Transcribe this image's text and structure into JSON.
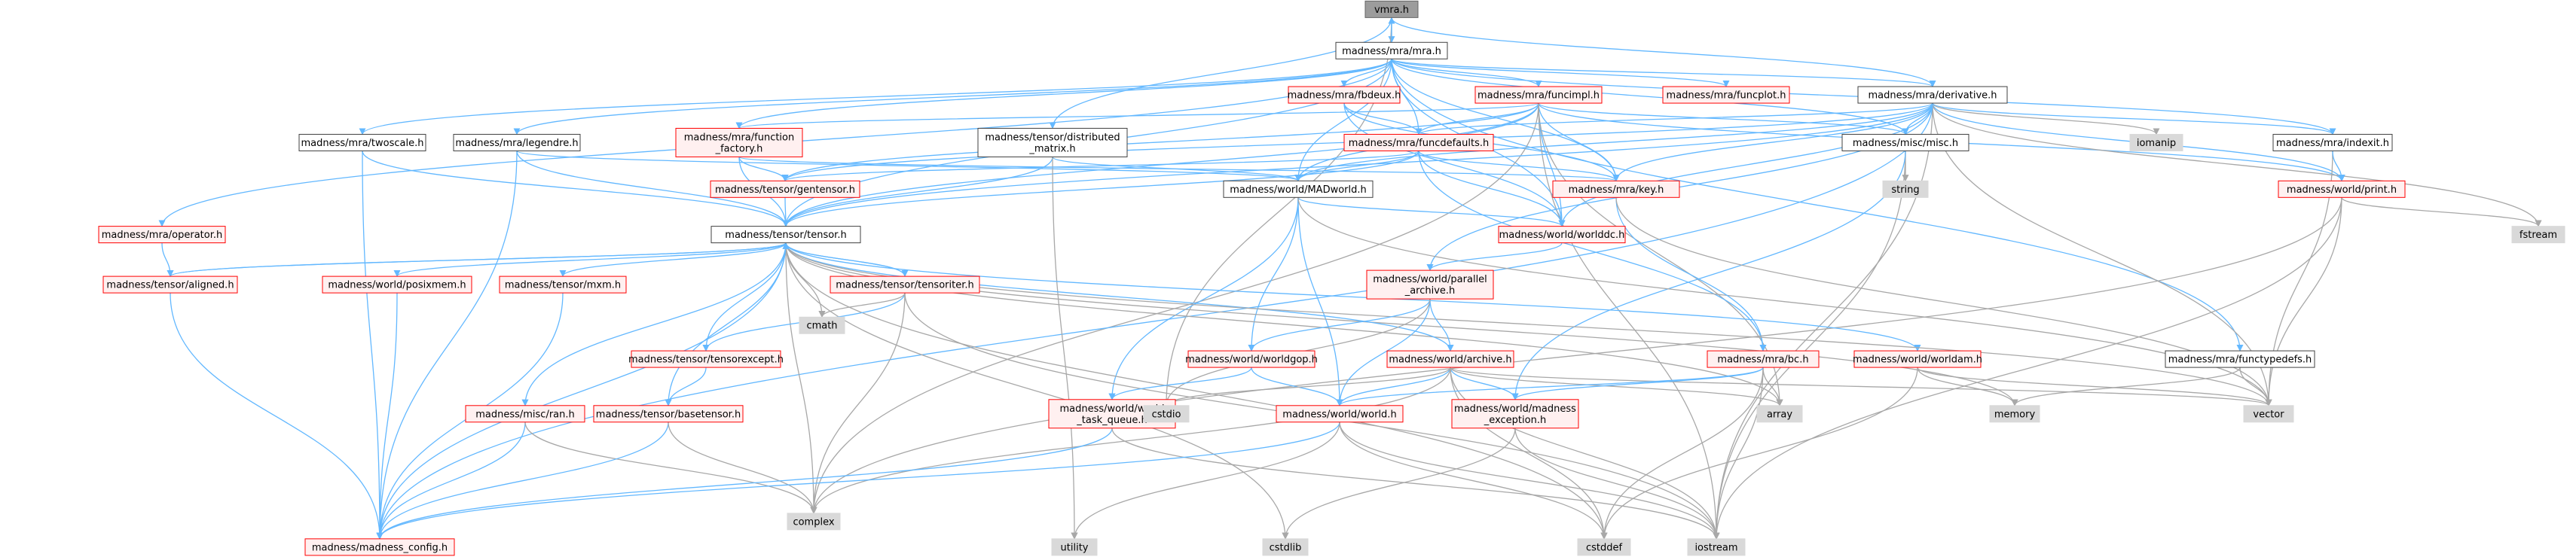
{
  "graph": {
    "title": "",
    "colors": {
      "edge_blue": "#63b8ff",
      "edge_gray": "#a8a8a8",
      "node_red_border": "#ff0000",
      "node_black_border": "#404040",
      "node_gray_fill": "#d9d9d9",
      "node_highlight_fill": "#9c9c9c",
      "node_white_fill": "#ffffff",
      "node_red_fill": "#fff0f0"
    },
    "nodes": [
      {
        "id": "vmra",
        "label": "vmra.h",
        "style": "highlight"
      },
      {
        "id": "mra",
        "label": "madness/mra/mra.h",
        "style": "black"
      },
      {
        "id": "fbdeux",
        "label": "madness/mra/fbdeux.h",
        "style": "red"
      },
      {
        "id": "funcimpl",
        "label": "madness/mra/funcimpl.h",
        "style": "red"
      },
      {
        "id": "funcplot",
        "label": "madness/mra/funcplot.h",
        "style": "red"
      },
      {
        "id": "derivative",
        "label": "madness/mra/derivative.h",
        "style": "black"
      },
      {
        "id": "twoscale",
        "label": "madness/mra/twoscale.h",
        "style": "black"
      },
      {
        "id": "legendre",
        "label": "madness/mra/legendre.h",
        "style": "black"
      },
      {
        "id": "function_factory",
        "label": "madness/mra/function\n_factory.h",
        "style": "red"
      },
      {
        "id": "distmatrix",
        "label": "madness/tensor/distributed\n_matrix.h",
        "style": "black"
      },
      {
        "id": "funcdefaults",
        "label": "madness/mra/funcdefaults.h",
        "style": "red"
      },
      {
        "id": "misc",
        "label": "madness/misc/misc.h",
        "style": "black"
      },
      {
        "id": "iomanip",
        "label": "iomanip",
        "style": "gray"
      },
      {
        "id": "indexit",
        "label": "madness/mra/indexit.h",
        "style": "black"
      },
      {
        "id": "gentensor",
        "label": "madness/tensor/gentensor.h",
        "style": "red"
      },
      {
        "id": "madworld",
        "label": "madness/world/MADworld.h",
        "style": "black"
      },
      {
        "id": "key",
        "label": "madness/mra/key.h",
        "style": "red"
      },
      {
        "id": "string",
        "label": "string",
        "style": "gray"
      },
      {
        "id": "print",
        "label": "madness/world/print.h",
        "style": "red"
      },
      {
        "id": "operator",
        "label": "madness/mra/operator.h",
        "style": "red"
      },
      {
        "id": "tensor",
        "label": "madness/tensor/tensor.h",
        "style": "black"
      },
      {
        "id": "worlddc",
        "label": "madness/world/worlddc.h",
        "style": "red"
      },
      {
        "id": "fstream",
        "label": "fstream",
        "style": "gray"
      },
      {
        "id": "aligned",
        "label": "madness/tensor/aligned.h",
        "style": "red"
      },
      {
        "id": "posixmem",
        "label": "madness/world/posixmem.h",
        "style": "red"
      },
      {
        "id": "mxm",
        "label": "madness/tensor/mxm.h",
        "style": "red"
      },
      {
        "id": "tensoriter",
        "label": "madness/tensor/tensoriter.h",
        "style": "red"
      },
      {
        "id": "parallel_archive",
        "label": "madness/world/parallel\n_archive.h",
        "style": "red"
      },
      {
        "id": "cmath",
        "label": "cmath",
        "style": "gray"
      },
      {
        "id": "tensorexcept",
        "label": "madness/tensor/tensorexcept.h",
        "style": "red"
      },
      {
        "id": "worldgop",
        "label": "madness/world/worldgop.h",
        "style": "red"
      },
      {
        "id": "archive",
        "label": "madness/world/archive.h",
        "style": "red"
      },
      {
        "id": "bc",
        "label": "madness/mra/bc.h",
        "style": "red"
      },
      {
        "id": "worldam",
        "label": "madness/world/worldam.h",
        "style": "red"
      },
      {
        "id": "functypedefs",
        "label": "madness/mra/functypedefs.h",
        "style": "black"
      },
      {
        "id": "ran",
        "label": "madness/misc/ran.h",
        "style": "red"
      },
      {
        "id": "basetensor",
        "label": "madness/tensor/basetensor.h",
        "style": "red"
      },
      {
        "id": "task_queue",
        "label": "madness/world/world\n_task_queue.h",
        "style": "red"
      },
      {
        "id": "cstdio",
        "label": "cstdio",
        "style": "gray"
      },
      {
        "id": "world",
        "label": "madness/world/world.h",
        "style": "red"
      },
      {
        "id": "madexcept",
        "label": "madness/world/madness\n_exception.h",
        "style": "red"
      },
      {
        "id": "array",
        "label": "array",
        "style": "gray"
      },
      {
        "id": "memory",
        "label": "memory",
        "style": "gray"
      },
      {
        "id": "vector",
        "label": "vector",
        "style": "gray"
      },
      {
        "id": "config",
        "label": "madness/madness_config.h",
        "style": "red"
      },
      {
        "id": "complex",
        "label": "complex",
        "style": "gray"
      },
      {
        "id": "utility",
        "label": "utility",
        "style": "gray"
      },
      {
        "id": "cstdlib",
        "label": "cstdlib",
        "style": "gray"
      },
      {
        "id": "cstddef",
        "label": "cstddef",
        "style": "gray"
      },
      {
        "id": "iostream",
        "label": "iostream",
        "style": "gray"
      }
    ],
    "edges": [
      [
        "vmra",
        "mra"
      ],
      [
        "vmra",
        "derivative"
      ],
      [
        "vmra",
        "distmatrix"
      ],
      [
        "vmra",
        "cstdio"
      ],
      [
        "mra",
        "vmra"
      ],
      [
        "mra",
        "fbdeux"
      ],
      [
        "mra",
        "funcimpl"
      ],
      [
        "mra",
        "funcplot"
      ],
      [
        "mra",
        "derivative"
      ],
      [
        "mra",
        "twoscale"
      ],
      [
        "mra",
        "legendre"
      ],
      [
        "mra",
        "function_factory"
      ],
      [
        "mra",
        "funcdefaults"
      ],
      [
        "mra",
        "indexit"
      ],
      [
        "mra",
        "madworld"
      ],
      [
        "mra",
        "key"
      ],
      [
        "mra",
        "operator"
      ],
      [
        "mra",
        "tensor"
      ],
      [
        "mra",
        "worlddc"
      ],
      [
        "mra",
        "functypedefs"
      ],
      [
        "mra",
        "misc"
      ],
      [
        "fbdeux",
        "funcdefaults"
      ],
      [
        "fbdeux",
        "worlddc"
      ],
      [
        "fbdeux",
        "key"
      ],
      [
        "funcimpl",
        "funcdefaults"
      ],
      [
        "funcimpl",
        "function_factory"
      ],
      [
        "funcimpl",
        "gentensor"
      ],
      [
        "funcimpl",
        "madworld"
      ],
      [
        "funcimpl",
        "key"
      ],
      [
        "funcimpl",
        "misc"
      ],
      [
        "funcimpl",
        "print"
      ],
      [
        "funcimpl",
        "worlddc"
      ],
      [
        "funcimpl",
        "array"
      ],
      [
        "funcimpl",
        "iostream"
      ],
      [
        "funcimpl",
        "tensor"
      ],
      [
        "funcimpl",
        "complex"
      ],
      [
        "derivative",
        "iomanip"
      ],
      [
        "derivative",
        "misc"
      ],
      [
        "derivative",
        "indexit"
      ],
      [
        "derivative",
        "funcdefaults"
      ],
      [
        "derivative",
        "madworld"
      ],
      [
        "derivative",
        "key"
      ],
      [
        "derivative",
        "print"
      ],
      [
        "derivative",
        "gentensor"
      ],
      [
        "derivative",
        "tensor"
      ],
      [
        "derivative",
        "worlddc"
      ],
      [
        "derivative",
        "fstream"
      ],
      [
        "derivative",
        "iostream"
      ],
      [
        "derivative",
        "vector"
      ],
      [
        "derivative",
        "parallel_archive"
      ],
      [
        "derivative",
        "config"
      ],
      [
        "twoscale",
        "tensor"
      ],
      [
        "twoscale",
        "config"
      ],
      [
        "legendre",
        "tensor"
      ],
      [
        "legendre",
        "config"
      ],
      [
        "legendre",
        "madworld"
      ],
      [
        "function_factory",
        "gentensor"
      ],
      [
        "function_factory",
        "tensor"
      ],
      [
        "function_factory",
        "key"
      ],
      [
        "distmatrix",
        "madworld"
      ],
      [
        "distmatrix",
        "tensor"
      ],
      [
        "distmatrix",
        "utility"
      ],
      [
        "funcdefaults",
        "madworld"
      ],
      [
        "funcdefaults",
        "gentensor"
      ],
      [
        "funcdefaults",
        "tensor"
      ],
      [
        "funcdefaults",
        "key"
      ],
      [
        "funcdefaults",
        "worlddc"
      ],
      [
        "funcdefaults",
        "bc"
      ],
      [
        "misc",
        "string"
      ],
      [
        "misc",
        "iostream"
      ],
      [
        "misc",
        "madexcept"
      ],
      [
        "indexit",
        "vector"
      ],
      [
        "indexit",
        "print"
      ],
      [
        "gentensor",
        "tensor"
      ],
      [
        "madworld",
        "worlddc"
      ],
      [
        "madworld",
        "worldgop"
      ],
      [
        "madworld",
        "task_queue"
      ],
      [
        "madworld",
        "world"
      ],
      [
        "madworld",
        "vector"
      ],
      [
        "key",
        "bc"
      ],
      [
        "key",
        "vector"
      ],
      [
        "print",
        "fstream"
      ],
      [
        "print",
        "vector"
      ],
      [
        "print",
        "iostream"
      ],
      [
        "print",
        "complex"
      ],
      [
        "operator",
        "aligned"
      ],
      [
        "tensor",
        "aligned"
      ],
      [
        "tensor",
        "posixmem"
      ],
      [
        "tensor",
        "mxm"
      ],
      [
        "tensor",
        "tensoriter"
      ],
      [
        "tensor",
        "cmath"
      ],
      [
        "tensor",
        "tensorexcept"
      ],
      [
        "tensor",
        "ran"
      ],
      [
        "tensor",
        "basetensor"
      ],
      [
        "tensor",
        "complex"
      ],
      [
        "tensor",
        "config"
      ],
      [
        "tensor",
        "cstddef"
      ],
      [
        "tensor",
        "memory"
      ],
      [
        "tensor",
        "array"
      ],
      [
        "tensor",
        "archive"
      ],
      [
        "tensor",
        "worldam"
      ],
      [
        "tensor",
        "vector"
      ],
      [
        "tensor",
        "cstdlib"
      ],
      [
        "worlddc",
        "parallel_archive"
      ],
      [
        "aligned",
        "config"
      ],
      [
        "aligned",
        "tensor"
      ],
      [
        "posixmem",
        "config"
      ],
      [
        "mxm",
        "config"
      ],
      [
        "tensoriter",
        "tensor"
      ],
      [
        "tensoriter",
        "tensorexcept"
      ],
      [
        "tensoriter",
        "cmath"
      ],
      [
        "tensoriter",
        "complex"
      ],
      [
        "tensoriter",
        "iostream"
      ],
      [
        "parallel_archive",
        "archive"
      ],
      [
        "parallel_archive",
        "worldgop"
      ],
      [
        "parallel_archive",
        "world"
      ],
      [
        "parallel_archive",
        "cstdio"
      ],
      [
        "tensorexcept",
        "basetensor"
      ],
      [
        "worldgop",
        "task_queue"
      ],
      [
        "worldgop",
        "world"
      ],
      [
        "archive",
        "madexcept"
      ],
      [
        "archive",
        "world"
      ],
      [
        "archive",
        "array"
      ],
      [
        "archive",
        "cstddef"
      ],
      [
        "archive",
        "vector"
      ],
      [
        "archive",
        "iostream"
      ],
      [
        "archive",
        "cstdio"
      ],
      [
        "archive",
        "complex"
      ],
      [
        "bc",
        "array"
      ],
      [
        "bc",
        "cstddef"
      ],
      [
        "bc",
        "iostream"
      ],
      [
        "bc",
        "madexcept"
      ],
      [
        "bc",
        "world"
      ],
      [
        "worldam",
        "memory"
      ],
      [
        "worldam",
        "vector"
      ],
      [
        "worldam",
        "cstddef"
      ],
      [
        "functypedefs",
        "memory"
      ],
      [
        "functypedefs",
        "vector"
      ],
      [
        "ran",
        "config"
      ],
      [
        "ran",
        "complex"
      ],
      [
        "basetensor",
        "config"
      ],
      [
        "basetensor",
        "complex"
      ],
      [
        "task_queue",
        "config"
      ],
      [
        "task_queue",
        "iostream"
      ],
      [
        "world",
        "utility"
      ],
      [
        "world",
        "config"
      ],
      [
        "world",
        "cstddef"
      ],
      [
        "world",
        "iostream"
      ],
      [
        "madexcept",
        "cstdlib"
      ],
      [
        "madexcept",
        "iostream"
      ]
    ]
  }
}
